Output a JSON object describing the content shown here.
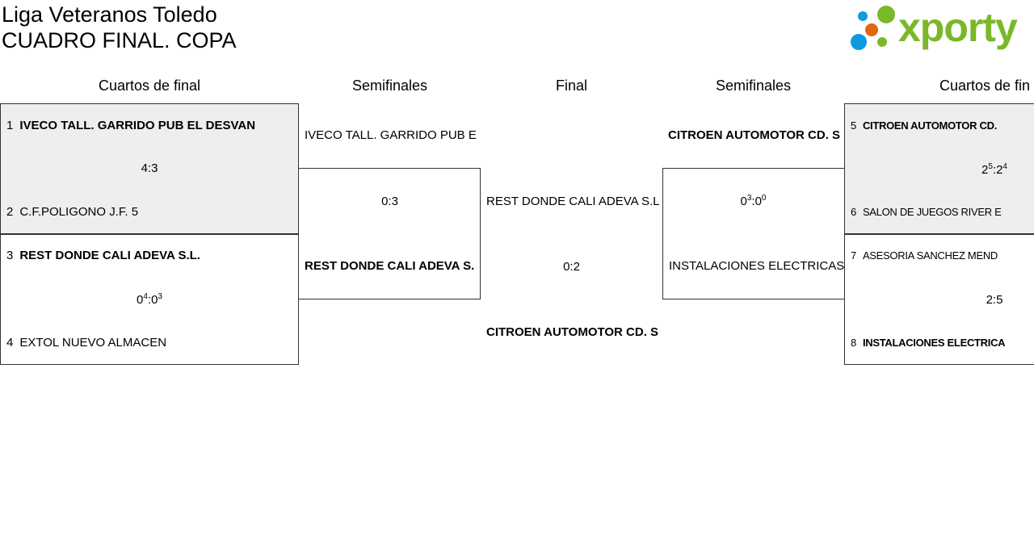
{
  "header": {
    "league": "Liga Veteranos Toledo",
    "subtitle": "CUADRO FINAL. COPA",
    "logo_text": "xporty"
  },
  "rounds": {
    "qf_left": "Cuartos de final",
    "sf_left": "Semifinales",
    "final": "Final",
    "sf_right": "Semifinales",
    "qf_right": "Cuartos de fin"
  },
  "qf_left": [
    {
      "seed1": "1",
      "team1": "IVECO TALL. GARRIDO PUB EL DESVAN",
      "score1": "4",
      "score2": "3",
      "seed2": "2",
      "team2": "C.F.POLIGONO J.F. 5"
    },
    {
      "seed1": "3",
      "team1": "REST DONDE CALI ADEVA S.L.",
      "score1": "0",
      "pen1": "4",
      "score2": "0",
      "pen2": "3",
      "seed2": "4",
      "team2": "EXTOL NUEVO ALMACEN"
    }
  ],
  "sf_left": {
    "team1": "IVECO TALL. GARRIDO PUB E",
    "score1": "0",
    "score2": "3",
    "team2": "REST DONDE CALI ADEVA S."
  },
  "final": {
    "team1": "REST DONDE CALI ADEVA S.L",
    "score1": "0",
    "score2": "2",
    "team2": "CITROEN AUTOMOTOR CD. S"
  },
  "sf_right": {
    "team1": "CITROEN AUTOMOTOR CD. S",
    "score1": "0",
    "pen1": "3",
    "score2": "0",
    "pen2": "0",
    "team2": "INSTALACIONES ELECTRICAS"
  },
  "qf_right": [
    {
      "seed1": "5",
      "team1": "CITROEN AUTOMOTOR CD.",
      "score1": "2",
      "pen1": "5",
      "score2": "2",
      "pen2": "4",
      "seed2": "6",
      "team2": "SALON DE JUEGOS RIVER E"
    },
    {
      "seed1": "7",
      "team1": "ASESORIA SANCHEZ MEND",
      "score1": "2",
      "score2": "5",
      "seed2": "8",
      "team2": "INSTALACIONES ELECTRICA"
    }
  ],
  "colors": {
    "logo_green": "#7ab829",
    "logo_blue": "#0d9be0",
    "logo_orange": "#e3660f",
    "match_bg": "#eeeeee"
  }
}
